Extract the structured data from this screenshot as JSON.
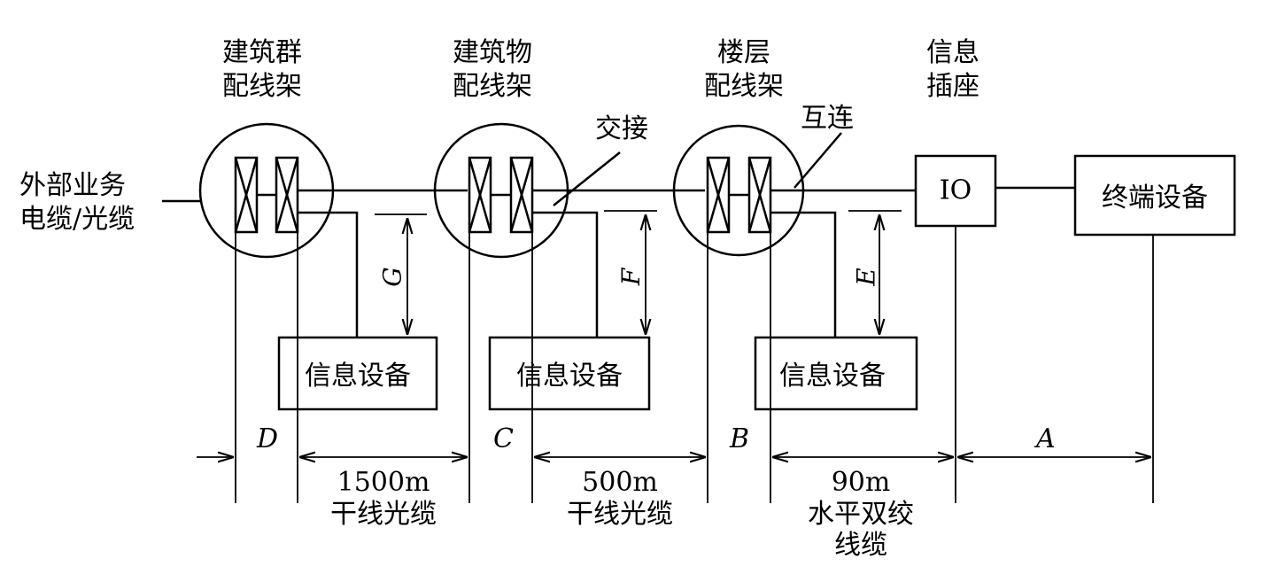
{
  "labels": {
    "external_cable": [
      "外部业务",
      "电缆/光缆"
    ],
    "campus_frame": [
      "建筑群",
      "配线架"
    ],
    "building_frame": [
      "建筑物",
      "配线架"
    ],
    "floor_frame": [
      "楼层",
      "配线架"
    ],
    "info_outlet": [
      "信息",
      "插座"
    ],
    "cross_connect": "交接",
    "interconnect": "互连",
    "io": "IO",
    "terminal": "终端设备",
    "info_equipment": "信息设备",
    "dim_g": "G",
    "dim_f": "F",
    "dim_e": "E",
    "seg_d": "D",
    "seg_c": "C",
    "seg_b": "B",
    "seg_a": "A",
    "cable_1_length": "1500m",
    "cable_1_type": "干线光缆",
    "cable_2_length": "500m",
    "cable_2_type": "干线光缆",
    "cable_3_length": "90m",
    "cable_3_type": [
      "水平双绞",
      "线缆"
    ]
  },
  "colors": {
    "stroke": "#000000",
    "background": "#ffffff"
  }
}
